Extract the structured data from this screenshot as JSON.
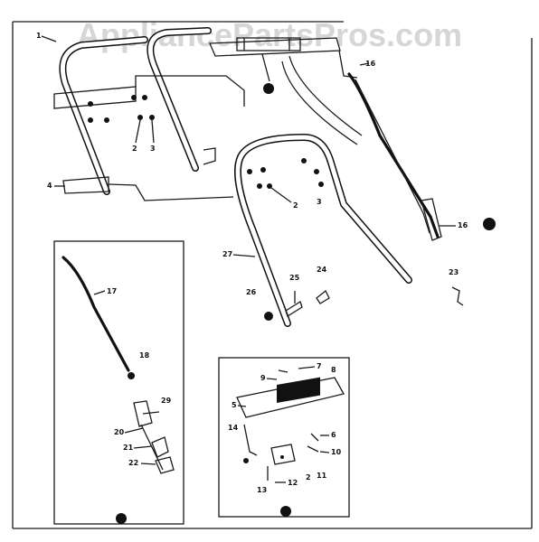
{
  "watermark": "AppliancePartsPros.com",
  "callouts": {
    "c1": "1",
    "c2a": "2",
    "c3a": "3",
    "c4": "4",
    "c2b": "2",
    "c3b": "3",
    "c16a": "16",
    "c16b": "16",
    "c27": "27",
    "c25": "25",
    "c24": "24",
    "c26": "26",
    "c23": "23",
    "c17": "17",
    "c18": "18",
    "c29": "29",
    "c20": "20",
    "c21": "21",
    "c22": "22",
    "c7": "7",
    "c8a": "8",
    "c9": "9",
    "c5": "5",
    "c14": "14",
    "c6": "6",
    "c10": "10",
    "c11": "11",
    "c2c": "2",
    "c12": "12",
    "c13": "13"
  }
}
